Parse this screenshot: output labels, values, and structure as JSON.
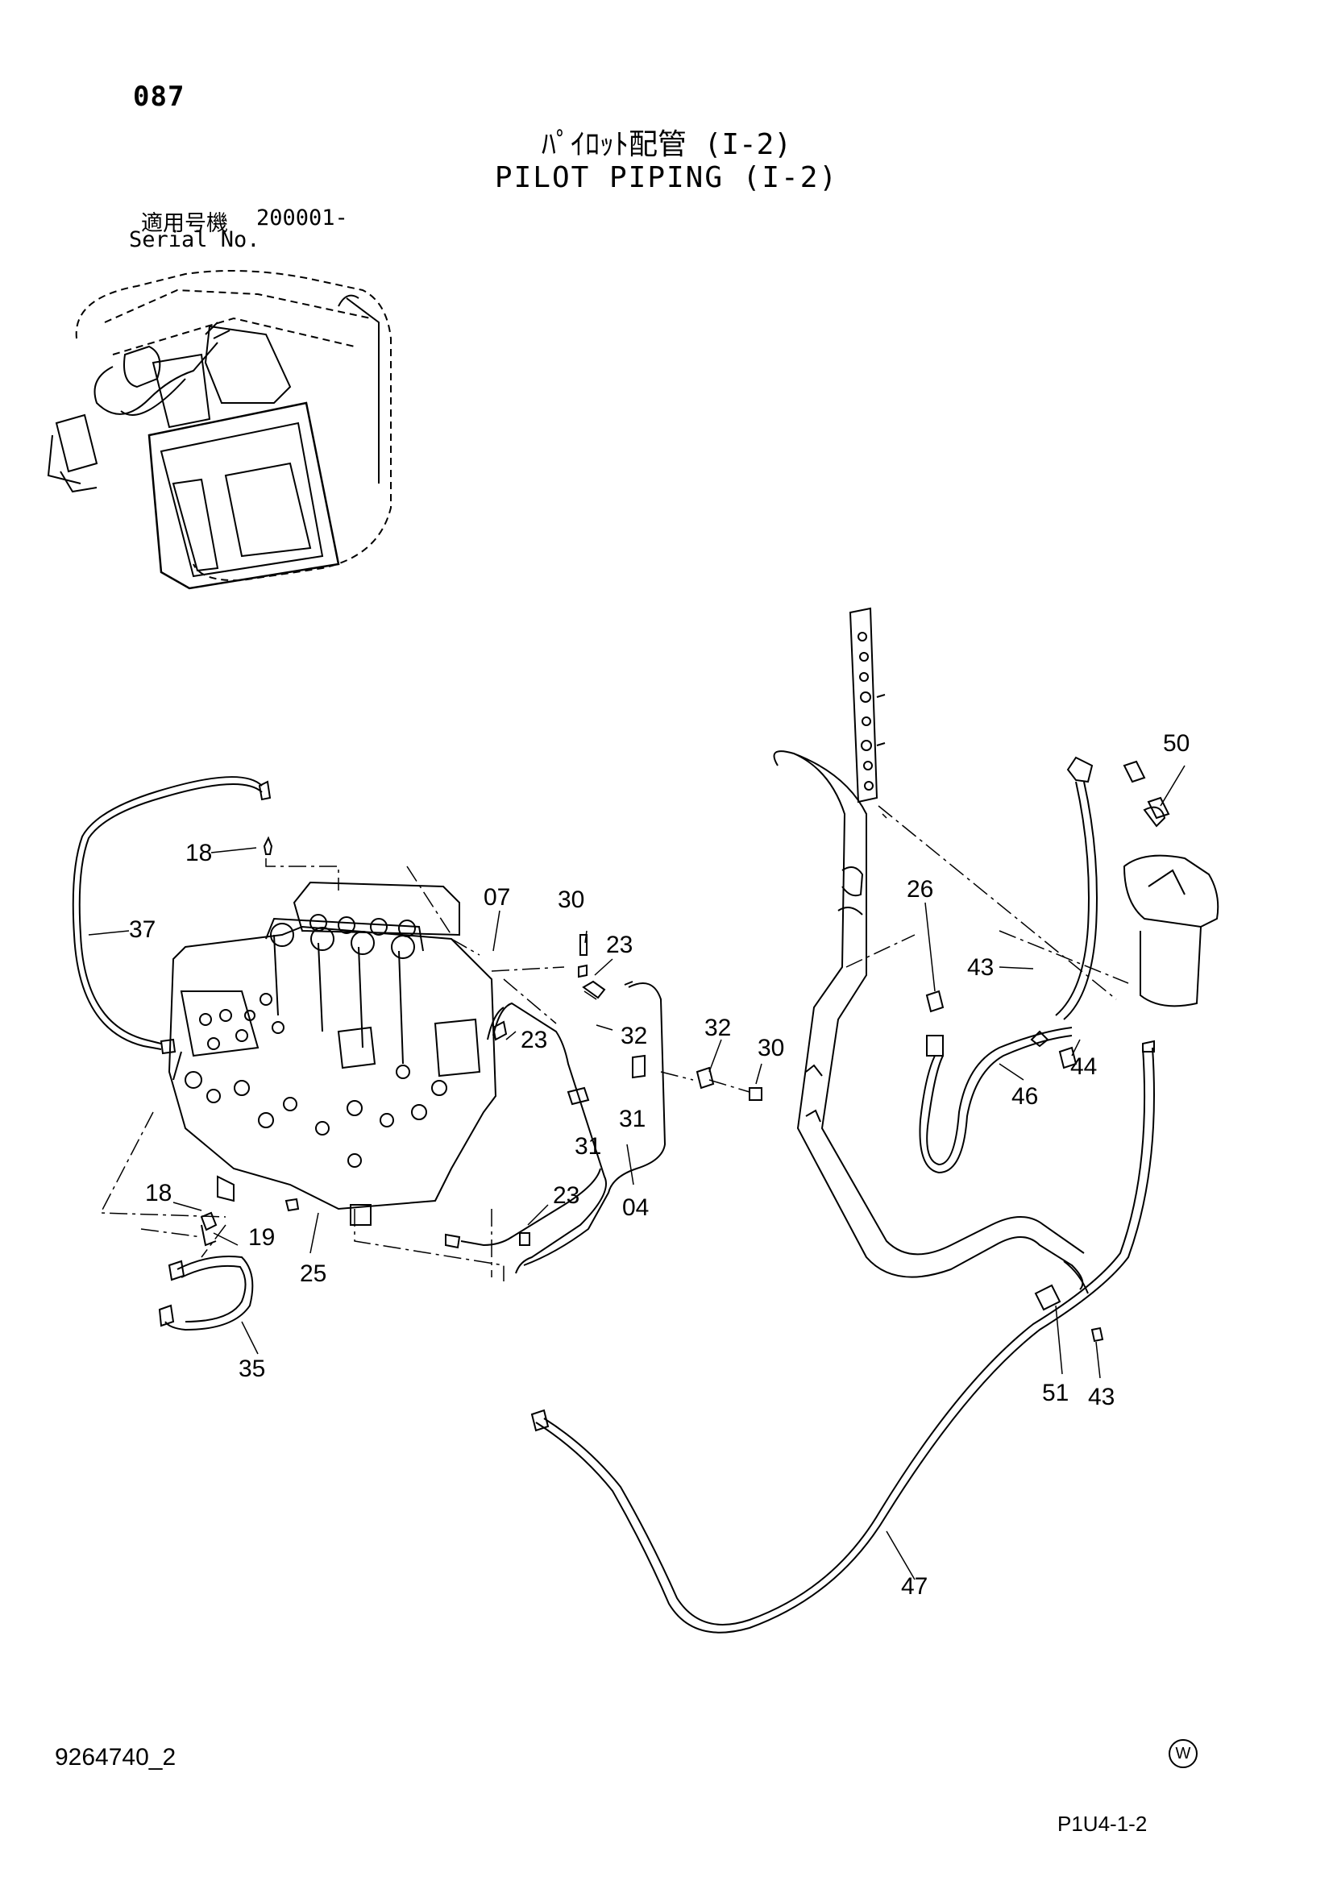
{
  "header": {
    "page_number": "087",
    "title_jp": "ﾊﾟｲﾛｯﾄ配管 (I-2)",
    "title_en": "PILOT PIPING (I-2)",
    "serial_label_jp": "適用号機",
    "serial_range": "200001-",
    "serial_label_en": "Serial No."
  },
  "callouts": {
    "c18a": "18",
    "c37": "37",
    "c07": "07",
    "c30a": "30",
    "c23a": "23",
    "c23b": "23",
    "c32a": "32",
    "c32b": "32",
    "c30b": "30",
    "c31a": "31",
    "c31b": "31",
    "c26": "26",
    "c43a": "43",
    "c44": "44",
    "c46": "46",
    "c50": "50",
    "c18b": "18",
    "c19": "19",
    "c25": "25",
    "c35": "35",
    "c23c": "23",
    "c04": "04",
    "c51": "51",
    "c43b": "43",
    "c47": "47"
  },
  "footer": {
    "doc_id": "9264740_2",
    "watermark": "W",
    "page_code": "P1U4-1-2"
  }
}
